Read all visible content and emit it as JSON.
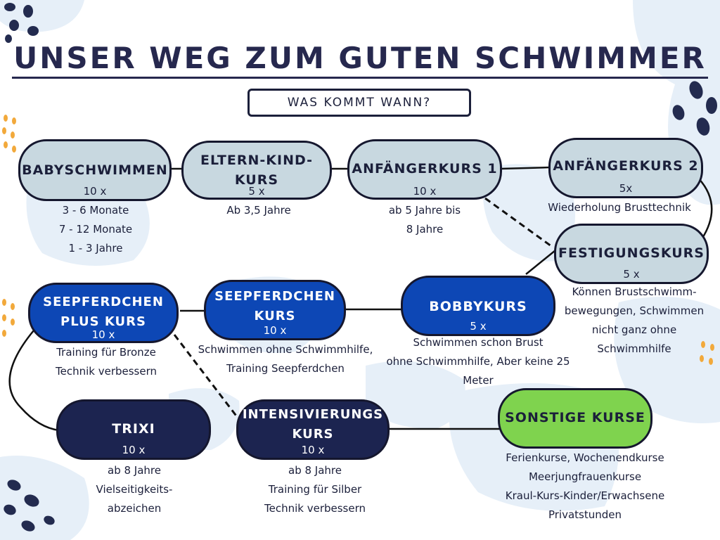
{
  "title": "UNSER WEG ZUM GUTEN SCHWIMMER",
  "subtitle": "WAS KOMMT WANN?",
  "colors": {
    "light": "#c8d8e0",
    "blue": "#0d47b5",
    "navy": "#1c2450",
    "green": "#7fd34e",
    "outline": "#15172e",
    "dots_dark": "#232b4f",
    "dots_orange": "#f2a93b"
  },
  "courses": {
    "babyschwimmen": {
      "label": "BABYSCHWIMMEN",
      "count": "10 x",
      "info": [
        "3 - 6 Monate",
        "7 - 12 Monate",
        "1 - 3 Jahre"
      ]
    },
    "eltern_kind": {
      "label_1": "ELTERN-KIND-",
      "label_2": "KURS",
      "count": "5 x",
      "info": [
        "Ab 3,5 Jahre"
      ]
    },
    "anfaenger1": {
      "label": "ANFÄNGERKURS 1",
      "count": "10 x",
      "info": [
        "ab 5 Jahre bis",
        "8 Jahre"
      ]
    },
    "anfaenger2": {
      "label": "ANFÄNGERKURS 2",
      "count": "5x",
      "info": [
        "Wiederholung Brusttechnik"
      ]
    },
    "festigung": {
      "label": "FESTIGUNGSKURS",
      "count": "5 x",
      "info": [
        "Können Brustschwimm-",
        "bewegungen, Schwimmen",
        "nicht ganz ohne",
        "Schwimmhilfe"
      ]
    },
    "bobby": {
      "label": "BOBBYKURS",
      "count": "5 x",
      "info": [
        "Schwimmen schon Brust",
        "ohne Schwimmhilfe, Aber keine 25",
        "Meter"
      ]
    },
    "seepferdchen": {
      "label_1": "SEEPFERDCHEN",
      "label_2": "KURS",
      "count": "10 x",
      "info": [
        "Schwimmen ohne Schwimmhilfe,",
        "Training Seepferdchen"
      ]
    },
    "seepferdchen_plus": {
      "label_1": "SEEPFERDCHEN",
      "label_2": "PLUS KURS",
      "count": "10 x",
      "info": [
        "Training für Bronze",
        "Technik verbessern"
      ]
    },
    "trixi": {
      "label": "TRIXI",
      "count": "10 x",
      "info": [
        "ab 8 Jahre",
        "Vielseitigkeits-",
        "abzeichen"
      ]
    },
    "intensivierung": {
      "label_1": "INTENSIVIERUNGS",
      "label_2": "KURS",
      "count": "10 x",
      "info": [
        "ab 8 Jahre",
        "Training für Silber",
        "Technik verbessern"
      ]
    },
    "sonstige": {
      "label": "SONSTIGE KURSE",
      "info": [
        "Ferienkurse, Wochenendkurse",
        "Meerjungfrauenkurse",
        "Kraul-Kurs-Kinder/Erwachsene",
        "Privatstunden"
      ]
    }
  }
}
